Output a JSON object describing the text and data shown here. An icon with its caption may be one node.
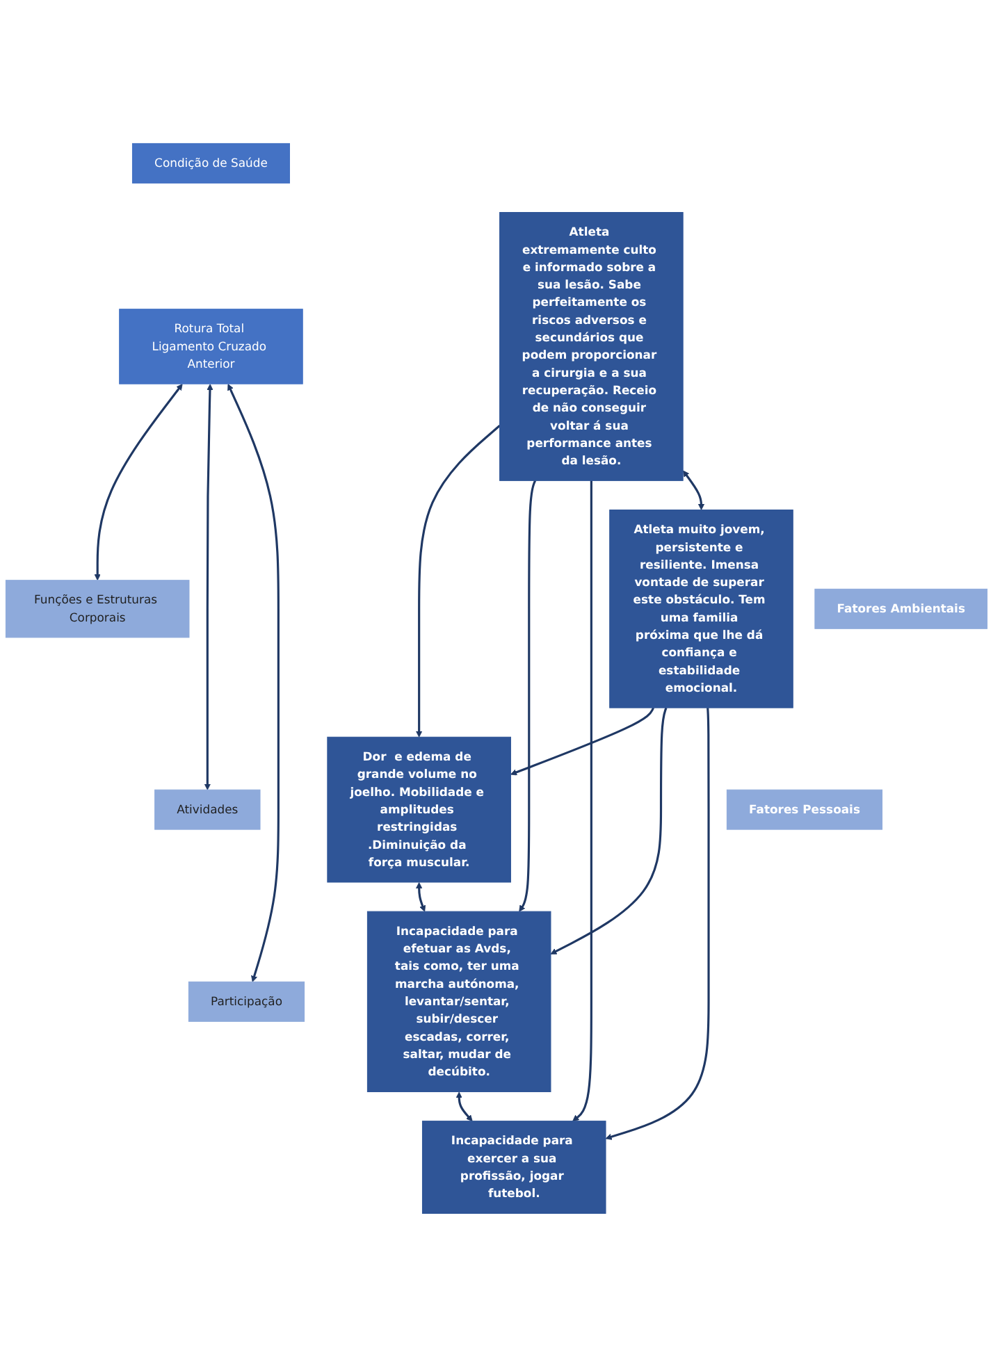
{
  "diagram": {
    "nodes": [
      {
        "text": [
          "Condição de Saúde"
        ]
      },
      {
        "text": [
          "Rotura Total Ligamento Cruzado Anterior"
        ]
      },
      {
        "text": [
          "Funções e Estruturas Corporais"
        ]
      },
      {
        "text": [
          "Atividades"
        ]
      },
      {
        "text": [
          "Participação"
        ]
      },
      {
        "text": [
          "Dor  e edema de grande volume no joelho. Mobilidade e amplitudes restringidas .Diminuição da força muscular."
        ]
      },
      {
        "text": [
          "Incapacidade para efetuar as Avds, tais como, ter uma marcha autónoma, levantar/sentar, subir/descer escadas, correr, saltar, mudar de decúbito."
        ]
      },
      {
        "text": [
          "Incapacidade para exercer a sua profissão, jogar futebol."
        ]
      },
      {
        "text": [
          "Atleta extremamente culto e informado sobre a sua lesão. Sabe perfeitamente os riscos adversos e secundários que podem proporcionar a cirurgia e a sua recuperação. Receio de não conseguir voltar á sua performance antes da lesão."
        ]
      },
      {
        "text": [
          "Atleta muito jovem, persistente e resiliente. Imensa vontade de superar este obstáculo. Tem uma familia próxima que lhe dá confiança e estabilidade emocional."
        ]
      },
      {
        "text": [
          "Fatores Ambientais"
        ]
      },
      {
        "text": [
          "Fatores Pessoais"
        ]
      }
    ],
    "edges": [
      {
        "from": 1,
        "to": 2,
        "arrow": "both"
      },
      {
        "from": 1,
        "to": 3,
        "arrow": "both"
      },
      {
        "from": 1,
        "to": 4,
        "arrow": "both"
      },
      {
        "from": 5,
        "to": 6,
        "arrow": "both"
      },
      {
        "from": 6,
        "to": 7,
        "arrow": "both"
      },
      {
        "from": 8,
        "to": 5,
        "arrow": "to"
      },
      {
        "from": 8,
        "to": 6,
        "arrow": "to"
      },
      {
        "from": 8,
        "to": 7,
        "arrow": "to"
      },
      {
        "from": 9,
        "to": 5,
        "arrow": "to"
      },
      {
        "from": 9,
        "to": 6,
        "arrow": "to"
      },
      {
        "from": 9,
        "to": 7,
        "arrow": "to"
      },
      {
        "from": 8,
        "to": 9,
        "arrow": "both"
      }
    ]
  }
}
